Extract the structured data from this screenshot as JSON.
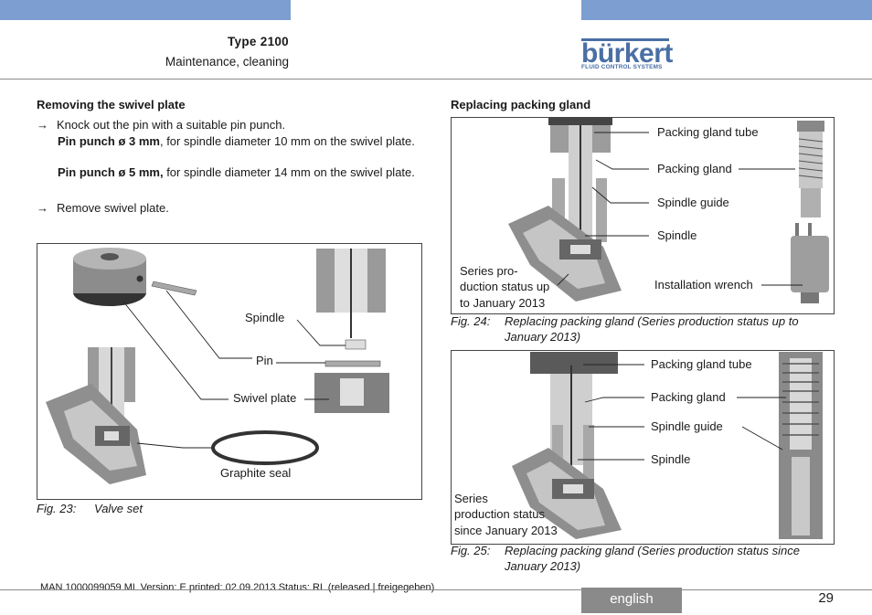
{
  "header": {
    "type_label": "Type 2100",
    "subtitle": "Maintenance, cleaning",
    "logo_word": "bürkert",
    "logo_tagline": "FLUID CONTROL SYSTEMS",
    "bar_color": "#7d9ed1",
    "logo_color": "#4a6fa5"
  },
  "left": {
    "heading": "Removing the swivel plate",
    "step1": "Knock out the pin with a suitable pin punch.",
    "pin3_bold": "Pin punch ø 3 mm",
    "pin3_rest": ", for spindle diameter 10 mm on the swivel plate.",
    "pin5_bold": "Pin punch ø 5 mm,",
    "pin5_rest": " for spindle diameter 14 mm on the swivel plate.",
    "step2": "Remove swivel plate.",
    "arrow_glyph": "→",
    "figure": {
      "labels": {
        "spindle": "Spindle",
        "pin": "Pin",
        "swivel_plate": "Swivel plate",
        "graphite_seal": "Graphite seal"
      },
      "caption_num": "Fig. 23:",
      "caption_text": "Valve set"
    }
  },
  "right": {
    "heading": "Replacing packing gland",
    "fig24": {
      "labels": {
        "tube": "Packing gland tube",
        "gland": "Packing gland",
        "guide": "Spindle guide",
        "spindle": "Spindle",
        "wrench": "Installation wrench",
        "series_l1": "Series pro-",
        "series_l2": "duction status up",
        "series_l3": "to January 2013"
      },
      "caption_num": "Fig. 24:",
      "caption_l1": "Replacing packing gland (Series production status up to",
      "caption_l2": "January 2013)"
    },
    "fig25": {
      "labels": {
        "tube": "Packing gland tube",
        "gland": "Packing gland",
        "guide": "Spindle guide",
        "spindle": "Spindle",
        "series_l1": "Series",
        "series_l2": "production status",
        "series_l3": "since January 2013"
      },
      "caption_num": "Fig. 25:",
      "caption_l1": "Replacing packing gland (Series production status since",
      "caption_l2": "January 2013)"
    }
  },
  "footer": {
    "doc_info": "MAN  1000099059  ML  Version: E  printed: 02.09.2013 Status: RL (released | freigegeben)",
    "language": "english",
    "page_number": "29"
  }
}
